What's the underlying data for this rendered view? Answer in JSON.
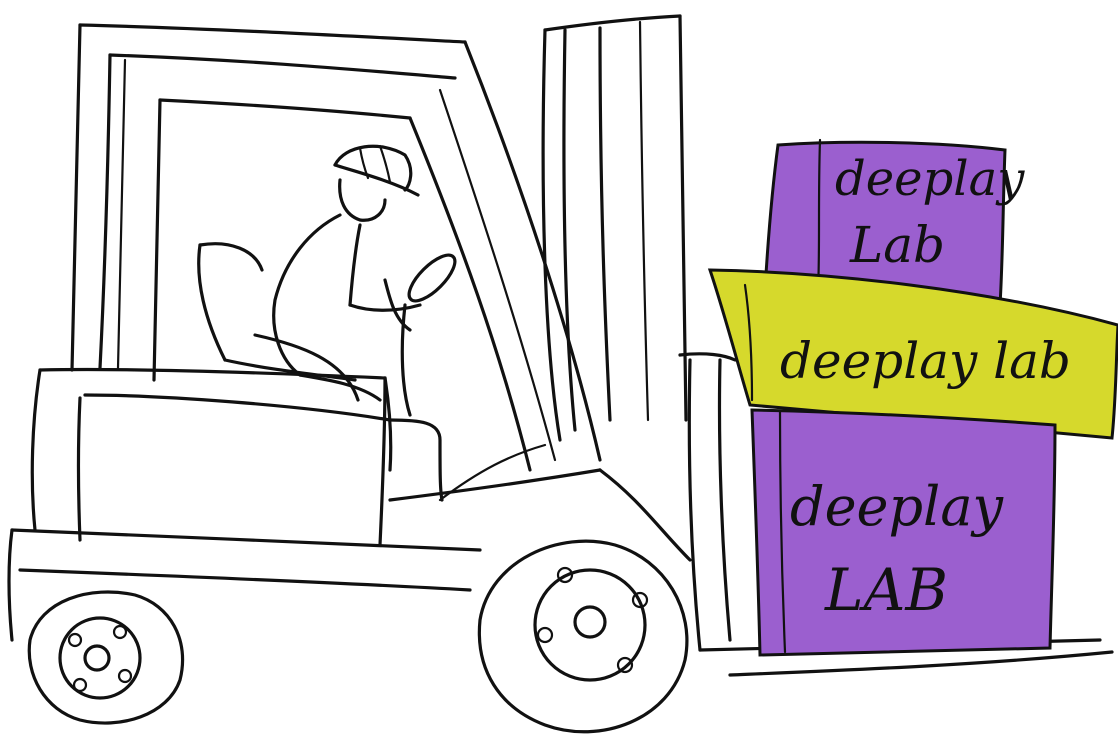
{
  "colors": {
    "background": "#ffffff",
    "ink": "#111111",
    "box_purple": "#9b5fcf",
    "box_yellow": "#d6d92c"
  },
  "boxes": {
    "top": {
      "line1": "deeplay",
      "line2": "Lab"
    },
    "middle": {
      "text": "deeplay lab"
    },
    "bottom": {
      "line1": "deeplay",
      "line2": "LAB"
    }
  }
}
